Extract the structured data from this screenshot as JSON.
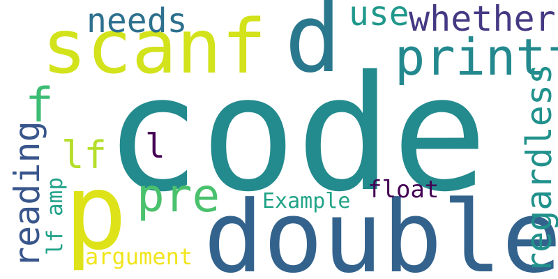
{
  "words": [
    {
      "text": "code",
      "color": "#238a8d"
    },
    {
      "text": "double",
      "color": "#33638d"
    },
    {
      "text": "scanf",
      "color": "#d2e21b"
    },
    {
      "text": "d",
      "color": "#2a788e"
    },
    {
      "text": "printf",
      "color": "#23898e"
    },
    {
      "text": "p",
      "color": "#dde318"
    },
    {
      "text": "needs",
      "color": "#2d708e"
    },
    {
      "text": "use",
      "color": "#1f988b"
    },
    {
      "text": "whether",
      "color": "#443983"
    },
    {
      "text": "f",
      "color": "#3dbc74"
    },
    {
      "text": "reading",
      "color": "#39568c"
    },
    {
      "text": "lf",
      "color": "#b5de2b"
    },
    {
      "text": "l",
      "color": "#440154"
    },
    {
      "text": "pre",
      "color": "#4ac16d"
    },
    {
      "text": "regardless",
      "color": "#21918c"
    },
    {
      "text": "lf amp",
      "color": "#1fa188"
    },
    {
      "text": "Example",
      "color": "#20a386"
    },
    {
      "text": "float",
      "color": "#440154"
    },
    {
      "text": "argument",
      "color": "#f1e51d"
    }
  ]
}
